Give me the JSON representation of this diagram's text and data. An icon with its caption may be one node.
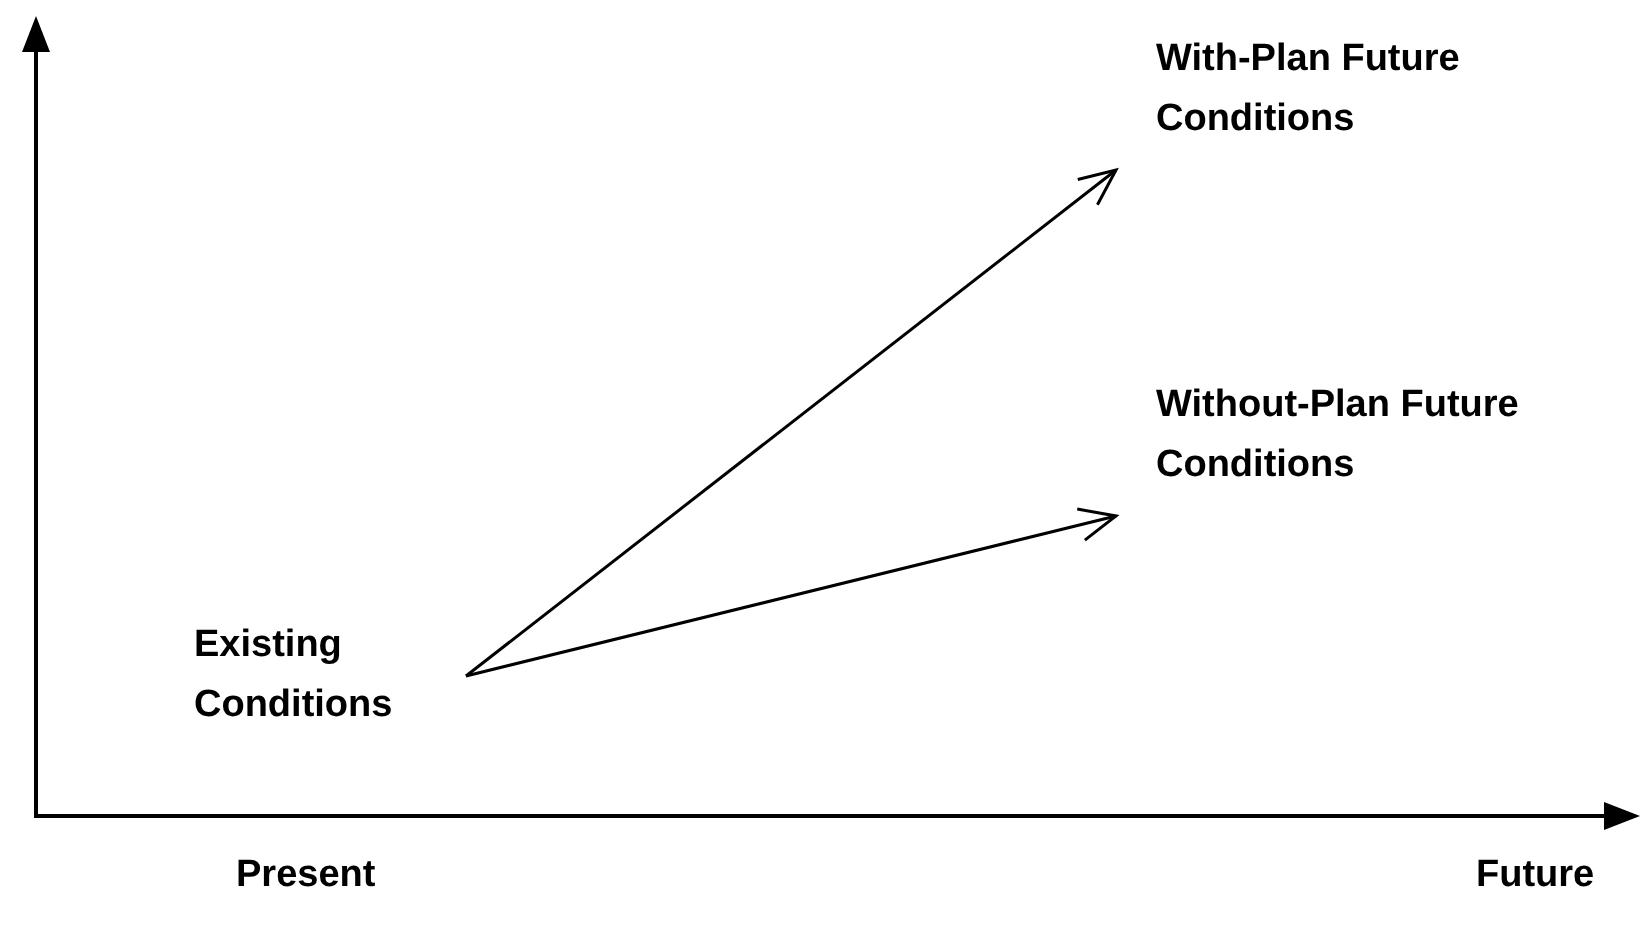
{
  "diagram": {
    "nodes": [
      {
        "text": [
          "Existing Conditions"
        ]
      },
      {
        "text": [
          "With-Plan Future Conditions"
        ]
      },
      {
        "text": [
          "Without-Plan Future Conditions"
        ]
      }
    ],
    "edges": [
      {
        "from": 0,
        "to": 1,
        "arrow": "to"
      },
      {
        "from": 0,
        "to": 2,
        "arrow": "to"
      }
    ],
    "labels": [
      "Present",
      "Future"
    ]
  }
}
